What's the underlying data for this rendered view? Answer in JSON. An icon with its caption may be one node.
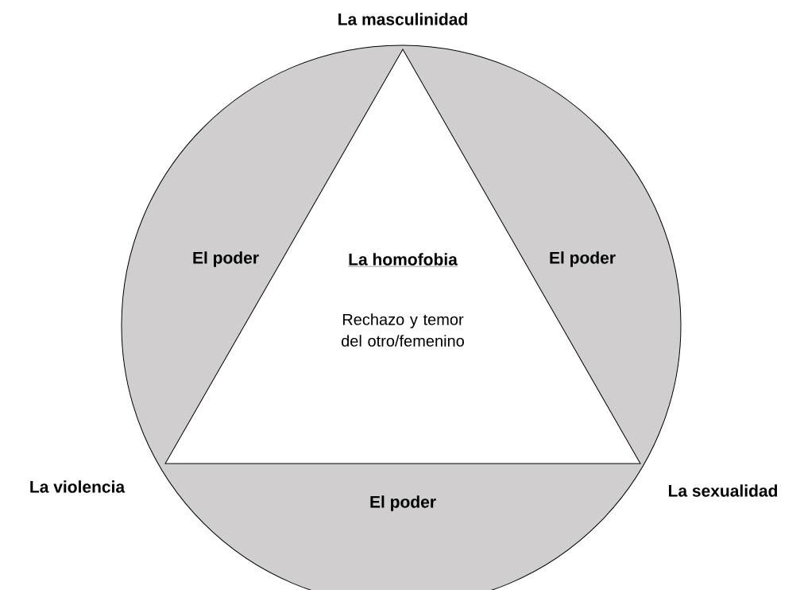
{
  "diagram": {
    "nodes": [
      {
        "text": [
          "El poder",
          "El poder",
          "El poder"
        ]
      },
      {
        "text": [
          "La homofobia",
          "Rechazo y temor del otro/femenino"
        ],
        "in": 0
      }
    ],
    "labels": [
      "La masculinidad",
      "La violencia",
      "La sexualidad"
    ]
  }
}
